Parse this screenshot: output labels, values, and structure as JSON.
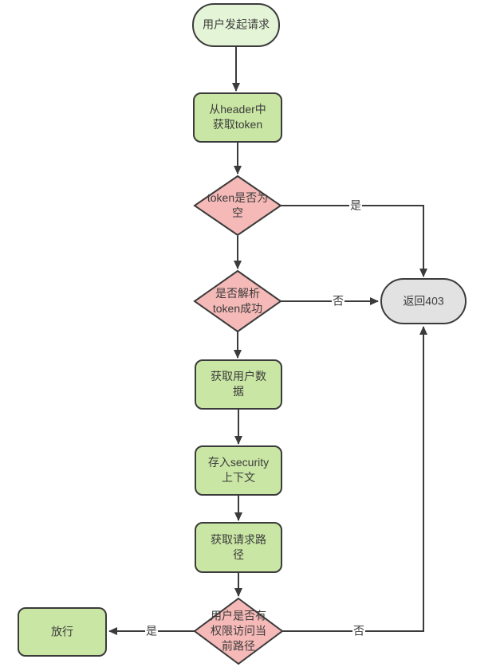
{
  "flowchart": {
    "title": "token-auth-filter-flow",
    "nodes": {
      "start": {
        "label": "用户发起请求",
        "type": "stadium"
      },
      "get_token": {
        "label": "从header中\n获取token",
        "type": "process"
      },
      "token_empty": {
        "label": "token是否为\n空",
        "type": "decision"
      },
      "parse_ok": {
        "label": "是否解析\ntoken成功",
        "type": "decision"
      },
      "return_403": {
        "label": "返回403",
        "type": "terminal"
      },
      "get_user_data": {
        "label": "获取用户数\n据",
        "type": "process"
      },
      "security_context": {
        "label": "存入security\n上下文",
        "type": "process"
      },
      "get_request_path": {
        "label": "获取请求路\n径",
        "type": "process"
      },
      "has_permission": {
        "label": "用户是否有\n权限访问当\n前路径",
        "type": "decision"
      },
      "pass": {
        "label": "放行",
        "type": "process"
      }
    },
    "edge_labels": {
      "token_empty_yes": "是",
      "parse_ok_no": "否",
      "has_permission_yes": "是",
      "has_permission_no": "否"
    },
    "colors": {
      "start_fill": "#e4f4d6",
      "process_fill": "#c9e6a4",
      "decision_fill": "#f5b9b7",
      "terminal_fill": "#e2e2e2",
      "line": "#3b3b3b",
      "text": "#3c3c3c"
    }
  }
}
